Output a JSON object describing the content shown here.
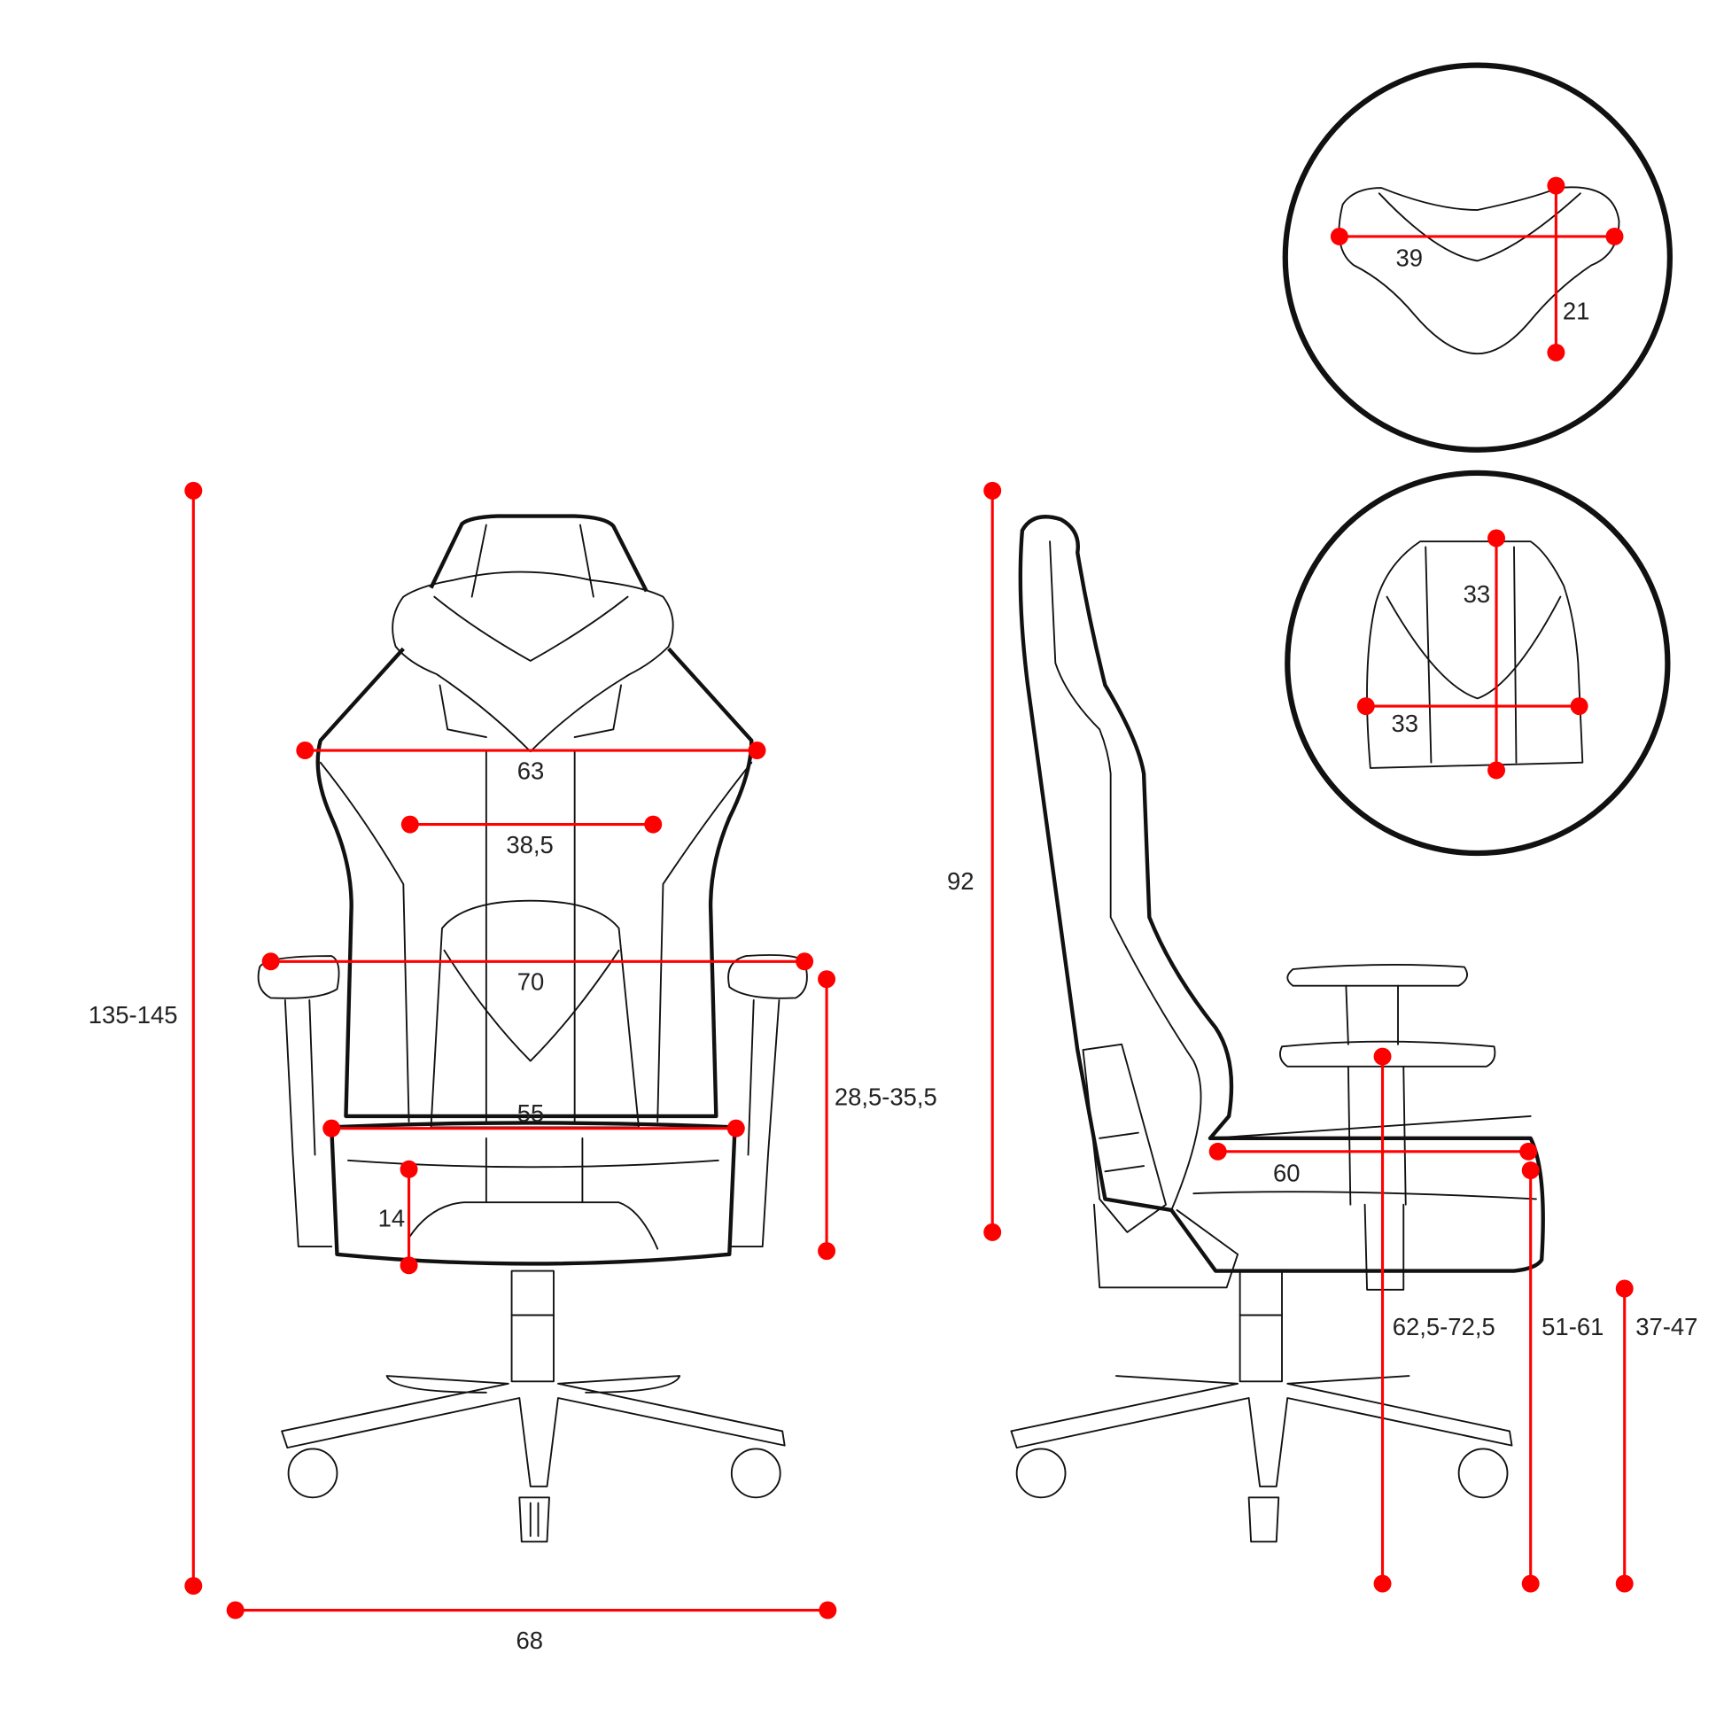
{
  "colors": {
    "dimension": "#ff0000",
    "outline": "#111111",
    "background": "#ffffff"
  },
  "front_view": {
    "total_height": "135-145",
    "base_width": "68",
    "backrest_top_width": "63",
    "backrest_inner_width": "38,5",
    "armrest_span": "70",
    "seat_width": "55",
    "seat_cushion_height": "14",
    "armrest_height": "28,5-35,5"
  },
  "side_view": {
    "backrest_height": "92",
    "seat_depth": "60",
    "armrest_floor_height": "62,5-72,5",
    "seat_front_height": "51-61",
    "seat_floor_height": "37-47"
  },
  "headrest_detail": {
    "width": "39",
    "height": "21"
  },
  "lumbar_detail": {
    "height": "33",
    "width": "33"
  }
}
